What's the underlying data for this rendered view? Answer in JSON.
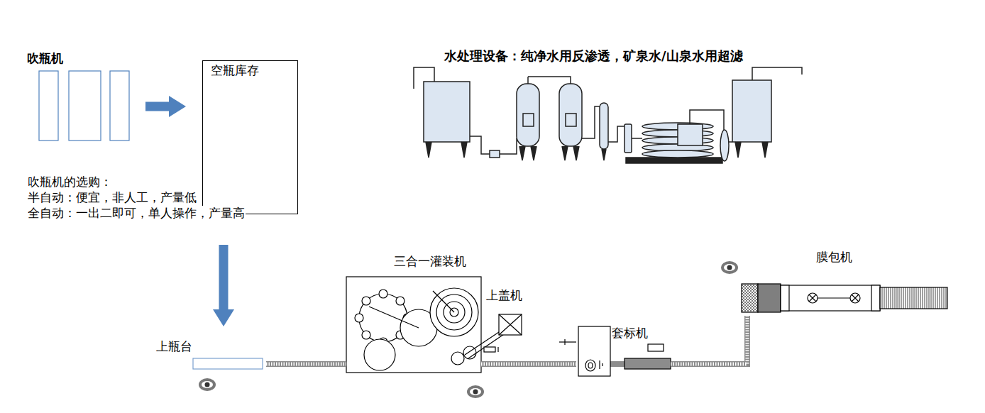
{
  "diagram": {
    "nodes": [
      {
        "text": [
          "吹瓶机"
        ]
      },
      {
        "text": [
          "空瓶库存"
        ]
      },
      {
        "text": [
          "上瓶台"
        ]
      },
      {
        "text": [
          "三合一灌装机"
        ]
      },
      {
        "text": [
          "套标机"
        ]
      },
      {
        "text": [
          "膜包机"
        ]
      }
    ],
    "edges": [
      {
        "from": 0,
        "to": 1,
        "arrow": "to"
      },
      {
        "from": 1,
        "to": 2,
        "arrow": "to"
      },
      {
        "from": 2,
        "to": 3,
        "arrow": "none"
      },
      {
        "from": 3,
        "to": 4,
        "arrow": "none"
      },
      {
        "from": 4,
        "to": 5,
        "arrow": "none"
      }
    ],
    "labels": [
      "吹瓶机的选购：",
      "半自动：便宜，非人工，产量低",
      "全自动：一出二即可，单人操作，产量高",
      "水处理设备：纯净水用反渗透，矿泉水/山泉水用超滤",
      "上盖机"
    ]
  }
}
